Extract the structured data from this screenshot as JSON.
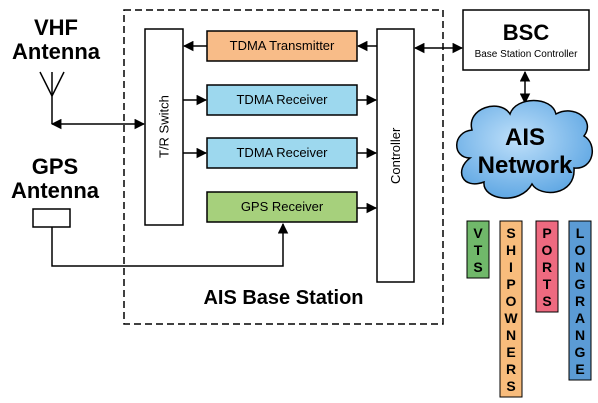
{
  "antennas": {
    "vhf": [
      "VHF",
      "Antenna"
    ],
    "gps": [
      "GPS",
      "Antenna"
    ]
  },
  "station": {
    "label": "AIS Base Station",
    "tr_switch": "T/R Switch",
    "controller": "Controller",
    "tdma_transmitter": "TDMA Transmitter",
    "tdma_receiver_1": "TDMA Receiver",
    "tdma_receiver_2": "TDMA Receiver",
    "gps_receiver": "GPS Receiver"
  },
  "bsc": {
    "title": "BSC",
    "subtitle": "Base Station Controller"
  },
  "network": [
    "AIS",
    "Network"
  ],
  "clients": [
    {
      "id": "vts",
      "label": "VTS",
      "color": "#70b86a"
    },
    {
      "id": "shipowners",
      "label": "SHIPOWNERS",
      "color": "#f8bc7c"
    },
    {
      "id": "ports",
      "label": "PORTS",
      "color": "#ee6a80"
    },
    {
      "id": "longrange",
      "label": "LONGRANGE",
      "color": "#5b9bd5"
    }
  ],
  "colors": {
    "transmitter": "#f8bc88",
    "receiver": "#9dd8ee",
    "gps_receiver": "#a6d07c",
    "cloud": "#6eb2e8"
  }
}
